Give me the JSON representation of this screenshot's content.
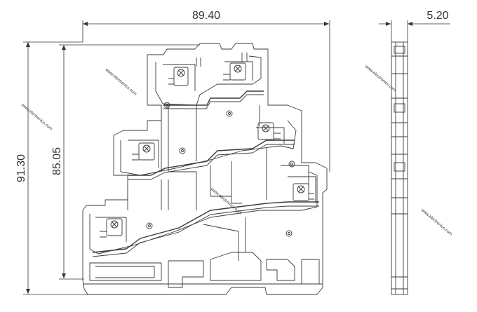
{
  "drawing": {
    "dimensions": {
      "overall_width": "89.40",
      "side_width": "5.20",
      "overall_height": "91.30",
      "inner_height": "85.05"
    },
    "watermark_text": "www.electronics.com",
    "colors": {
      "line": "#3a3a3a",
      "thin": "#6a6a6a",
      "background": "#ffffff"
    }
  }
}
